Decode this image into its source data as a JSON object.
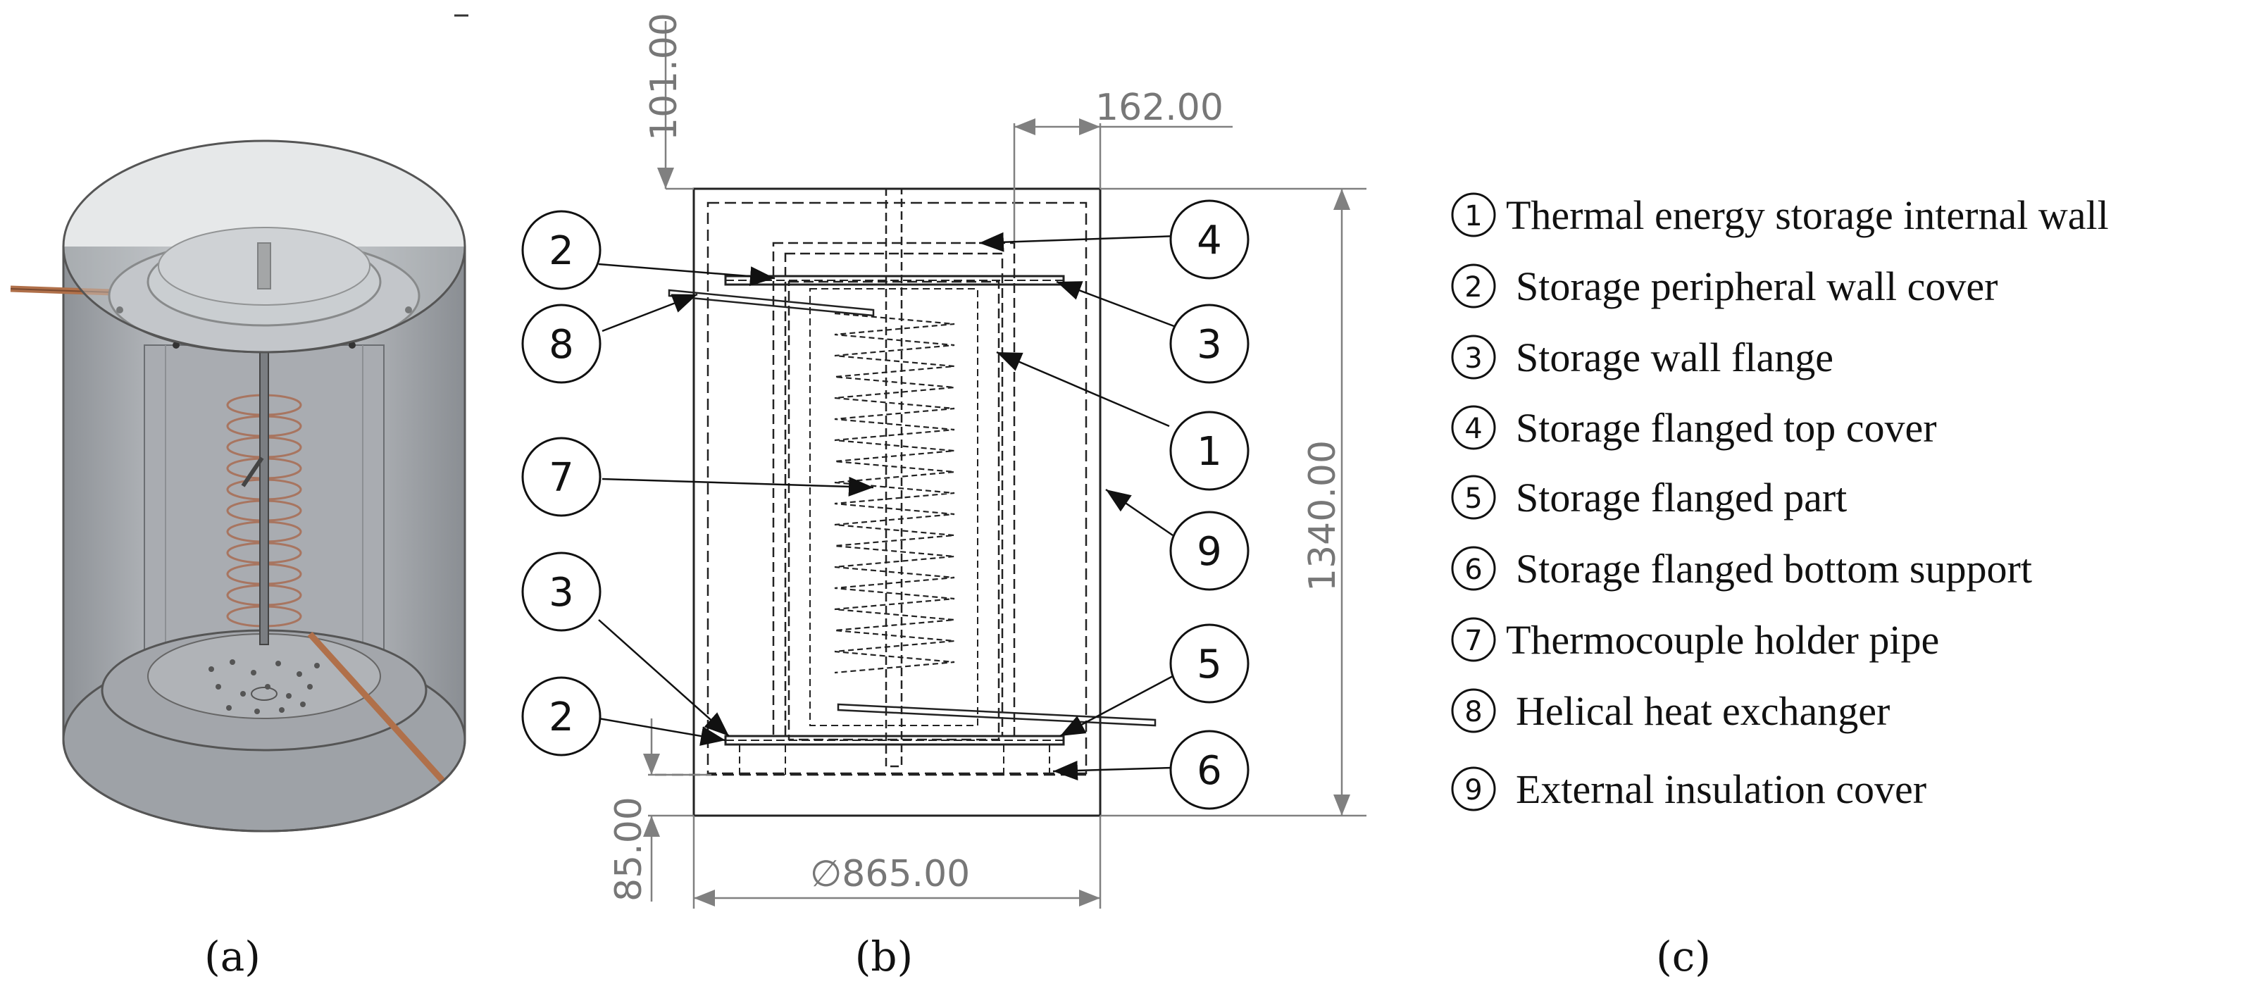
{
  "dimensions": {
    "top_offset": "101.00",
    "side_gap": "162.00",
    "height": "1340.00",
    "diameter": "∅865.00",
    "bottom_offset": "85.00"
  },
  "balloons": {
    "b2_top": "2",
    "b8": "8",
    "b7": "7",
    "b3_bottom": "3",
    "b2_bottom": "2",
    "b4": "4",
    "b3_top": "3",
    "b1": "1",
    "b9": "9",
    "b5": "5",
    "b6": "6"
  },
  "legend": [
    {
      "num": "1",
      "text": "Thermal energy storage internal wall"
    },
    {
      "num": "2",
      "text": "Storage peripheral wall cover"
    },
    {
      "num": "3",
      "text": "Storage wall flange"
    },
    {
      "num": "4",
      "text": "Storage flanged top cover"
    },
    {
      "num": "5",
      "text": "Storage flanged part"
    },
    {
      "num": "6",
      "text": "Storage flanged bottom support"
    },
    {
      "num": "7",
      "text": "Thermocouple holder pipe"
    },
    {
      "num": "8",
      "text": "Helical heat exchanger"
    },
    {
      "num": "9",
      "text": "External insulation cover"
    }
  ],
  "captions": {
    "a": "(a)",
    "b": "(b)",
    "c": "(c)"
  },
  "colors": {
    "tank_gray": "#b9bcc0",
    "copper": "#b0704a",
    "dim_gray": "#808080"
  }
}
